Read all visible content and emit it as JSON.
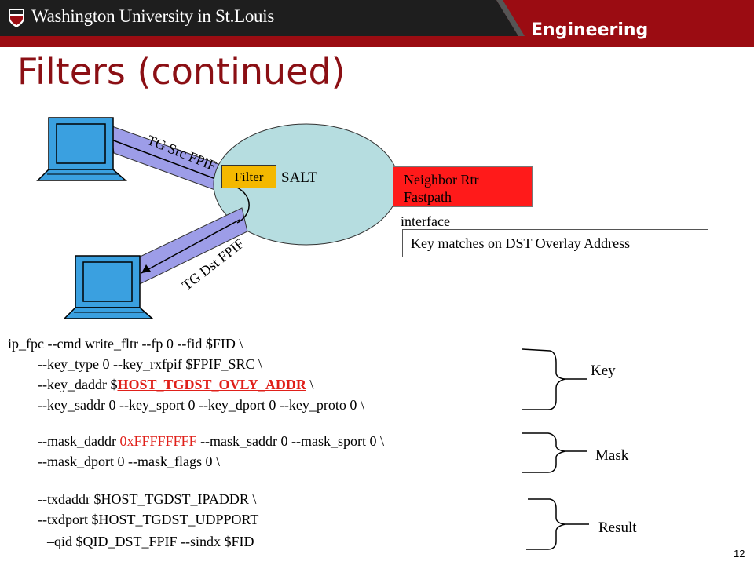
{
  "header": {
    "university": "Washington University in St.Louis",
    "school": "Engineering"
  },
  "slide": {
    "title": "Filters (continued)",
    "page_number": "12"
  },
  "diagram": {
    "tg_src_label": "TG Src FPIF",
    "tg_dst_label": "TG Dst FPIF",
    "filter_label": "Filter",
    "salt_label": "SALT",
    "neighbor_line1": "Neighbor Rtr",
    "neighbor_line2": "Fastpath",
    "neighbor_line3": "interface",
    "key_matches": "Key matches on DST Overlay Address"
  },
  "code": {
    "line1": "ip_fpc --cmd write_fltr --fp 0 --fid $FID \\",
    "line2": "--key_type 0 --key_rxfpif $FPIF_SRC \\",
    "line3_pre": "--key_daddr $",
    "line3_hl": "HOST_TGDST_OVLY_ADDR",
    "line3_post": " \\",
    "line4": "--key_saddr 0 --key_sport 0 --key_dport 0 --key_proto 0 \\",
    "line5_pre": "--mask_daddr ",
    "line5_hl": "0xFFFFFFFF ",
    "line5_post": "--mask_saddr 0 --mask_sport 0 \\",
    "line6": "--mask_dport 0 --mask_flags 0 \\",
    "line7": "--txdaddr $HOST_TGDST_IPADDR   \\",
    "line8": "--txdport $HOST_TGDST_UDPPORT",
    "line9": "–qid $QID_DST_FPIF  --sindx $FID"
  },
  "braces": {
    "key": "Key",
    "mask": "Mask",
    "result": "Result"
  },
  "colors": {
    "header_red": "#9b0c12",
    "title_red": "#8b0f14",
    "salt_fill": "#b6dde0",
    "filter_fill": "#f4b800",
    "neighbor_fill": "#ff1a1a",
    "link_fill": "#9d9de8",
    "highlight_red": "#e0201a"
  }
}
